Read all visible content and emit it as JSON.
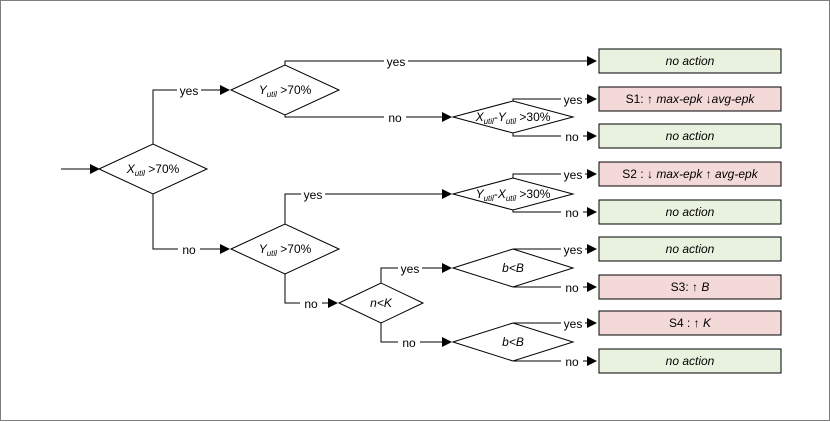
{
  "colors": {
    "green_box": "#e9f2df",
    "red_box": "#f3d9d7",
    "line": "#000000"
  },
  "labels": {
    "yes": "yes",
    "no": "no"
  },
  "decisions": {
    "d1": {
      "main": "X",
      "sub": "util",
      "post": " >70%"
    },
    "d2": {
      "main": "Y",
      "sub": "util",
      "post": " >70%"
    },
    "d3": {
      "main1": "X",
      "sub1": "util",
      "mid": "-",
      "main2": "Y",
      "sub2": "util",
      "post": " >30%"
    },
    "d4": {
      "main1": "Y",
      "sub1": "util",
      "mid": "-",
      "main2": "X",
      "sub2": "util",
      "post": " >30%"
    },
    "d5": {
      "main": "Y",
      "sub": "util",
      "post": " >70%"
    },
    "d6": {
      "text": "b<B"
    },
    "d7": {
      "text": "n<K"
    },
    "d8": {
      "text": "b<B"
    }
  },
  "outcomes": {
    "o1": {
      "text": "no action"
    },
    "o2": {
      "prefix": "S1: ↑ ",
      "a": "max-epk",
      "mid": " ↓",
      "b": "avg-epk"
    },
    "o3": {
      "text": "no action"
    },
    "o4": {
      "prefix": "S2 :  ↓ ",
      "a": "max-epk",
      "mid": " ↑ ",
      "b": "avg-epk"
    },
    "o5": {
      "text": "no action"
    },
    "o6": {
      "text": "no action"
    },
    "o7": {
      "prefix": "S3: ↑ ",
      "a": "B"
    },
    "o8": {
      "prefix": "S4 : ↑ ",
      "a": "K"
    },
    "o9": {
      "text": "no action"
    }
  }
}
